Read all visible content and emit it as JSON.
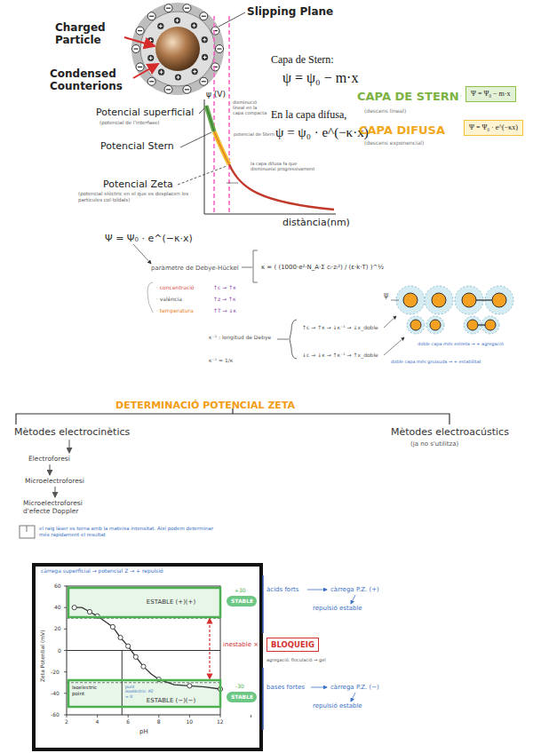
{
  "diagram": {
    "nodes": [
      {
        "text": [
          "Ψ = Ψ₀ − m·x"
        ]
      },
      {
        "text": [
          "Ψ = Ψ₀ · e^(−κx)"
        ]
      },
      {
        "text": [
          "Mètodes electrocinètics"
        ]
      },
      {
        "text": [
          "Electroforesi"
        ]
      },
      {
        "text": [
          "Microelectroforesi"
        ]
      },
      {
        "text": [
          "Microelectroforesi d'efecte Doppler"
        ]
      },
      {
        "text": [
          "ESTABLE (+)(+)"
        ]
      },
      {
        "text": [
          "ESTABLE (−)(−)"
        ]
      },
      {
        "text": [
          "BLOQUEIG"
        ]
      }
    ],
    "edges": [
      {
        "from": 2,
        "to": 3,
        "arrow": "to"
      },
      {
        "from": 3,
        "to": 4,
        "arrow": "to"
      },
      {
        "from": 4,
        "to": 5,
        "arrow": "to"
      }
    ],
    "labels": [
      "Slipping Plane",
      "Charged Particle",
      "Condensed Counterions",
      "Capa de Stern:",
      "ψ = ψ₀ − m·x",
      "ψ (V)",
      "Potencial superficial",
      "(potencial de l'interfase)",
      "Potencial Stern",
      "Potencial Zeta",
      "(potencial elèctric en el que es desplacen les partícules col·loïdals)",
      "En la capa difusa,",
      "ψ = ψ₀ · e^(−κ·x)",
      "distància(nm)",
      "disminució lineal en la capa compacta",
      "potencial de Stern",
      "la capa difusa fa que disminueixi progressivament",
      "CAPA DE STERN",
      "(descens lineal)",
      "CAPA DIFUSA",
      "(descens exponencial)",
      "Ψ = Ψ₀ · e^(−κ·x)",
      "paràmetre de Debye-Hückel",
      "κ = ( (1000·e²·N_A·Σ cᵢ·zᵢ²) / (ε·k·T) )^½",
      "· concentració",
      "· valència",
      "· temperatura",
      "↑c → ↑κ",
      "↑z → ↑κ",
      "↑T → ↓κ",
      "κ⁻¹ : longitud de Debye",
      "κ⁻¹ = 1/κ",
      "↑c → ↑κ → ↓κ⁻¹ → ↓x_doble",
      "↓c → ↓κ → ↑κ⁻¹ → ↑x_doble",
      "ψ",
      "doble capa més estreta → + agregació",
      "doble capa més gruixuda → + estabilitat",
      "DETERMINACIÓ POTENCIAL ZETA",
      "Mètodes electroacústics",
      "(ja no s'utilitza)",
      "el raig làser es torna amb la mateixa intensitat. Així podem determinar més ràpidament el resultat",
      "càrrega superficial → potencial Z → + repulsió",
      "60",
      "40",
      "20",
      "0",
      "-20",
      "-40",
      "-60",
      "2",
      "4",
      "6",
      "8",
      "10",
      "12",
      "Zeta Potential (mV)",
      "pH",
      "Isoelectric point",
      "punt isoelèctric: PZ = 0",
      "STABLE",
      "STABLE",
      "+30",
      "-30",
      "inestable ×",
      "agregació, floculació → gel",
      "àcids forts",
      "càrrega P.Z. (+)",
      "repulsió estable",
      "bases fortes",
      "càrrega P.Z. (−)",
      "repulsió estable"
    ]
  }
}
